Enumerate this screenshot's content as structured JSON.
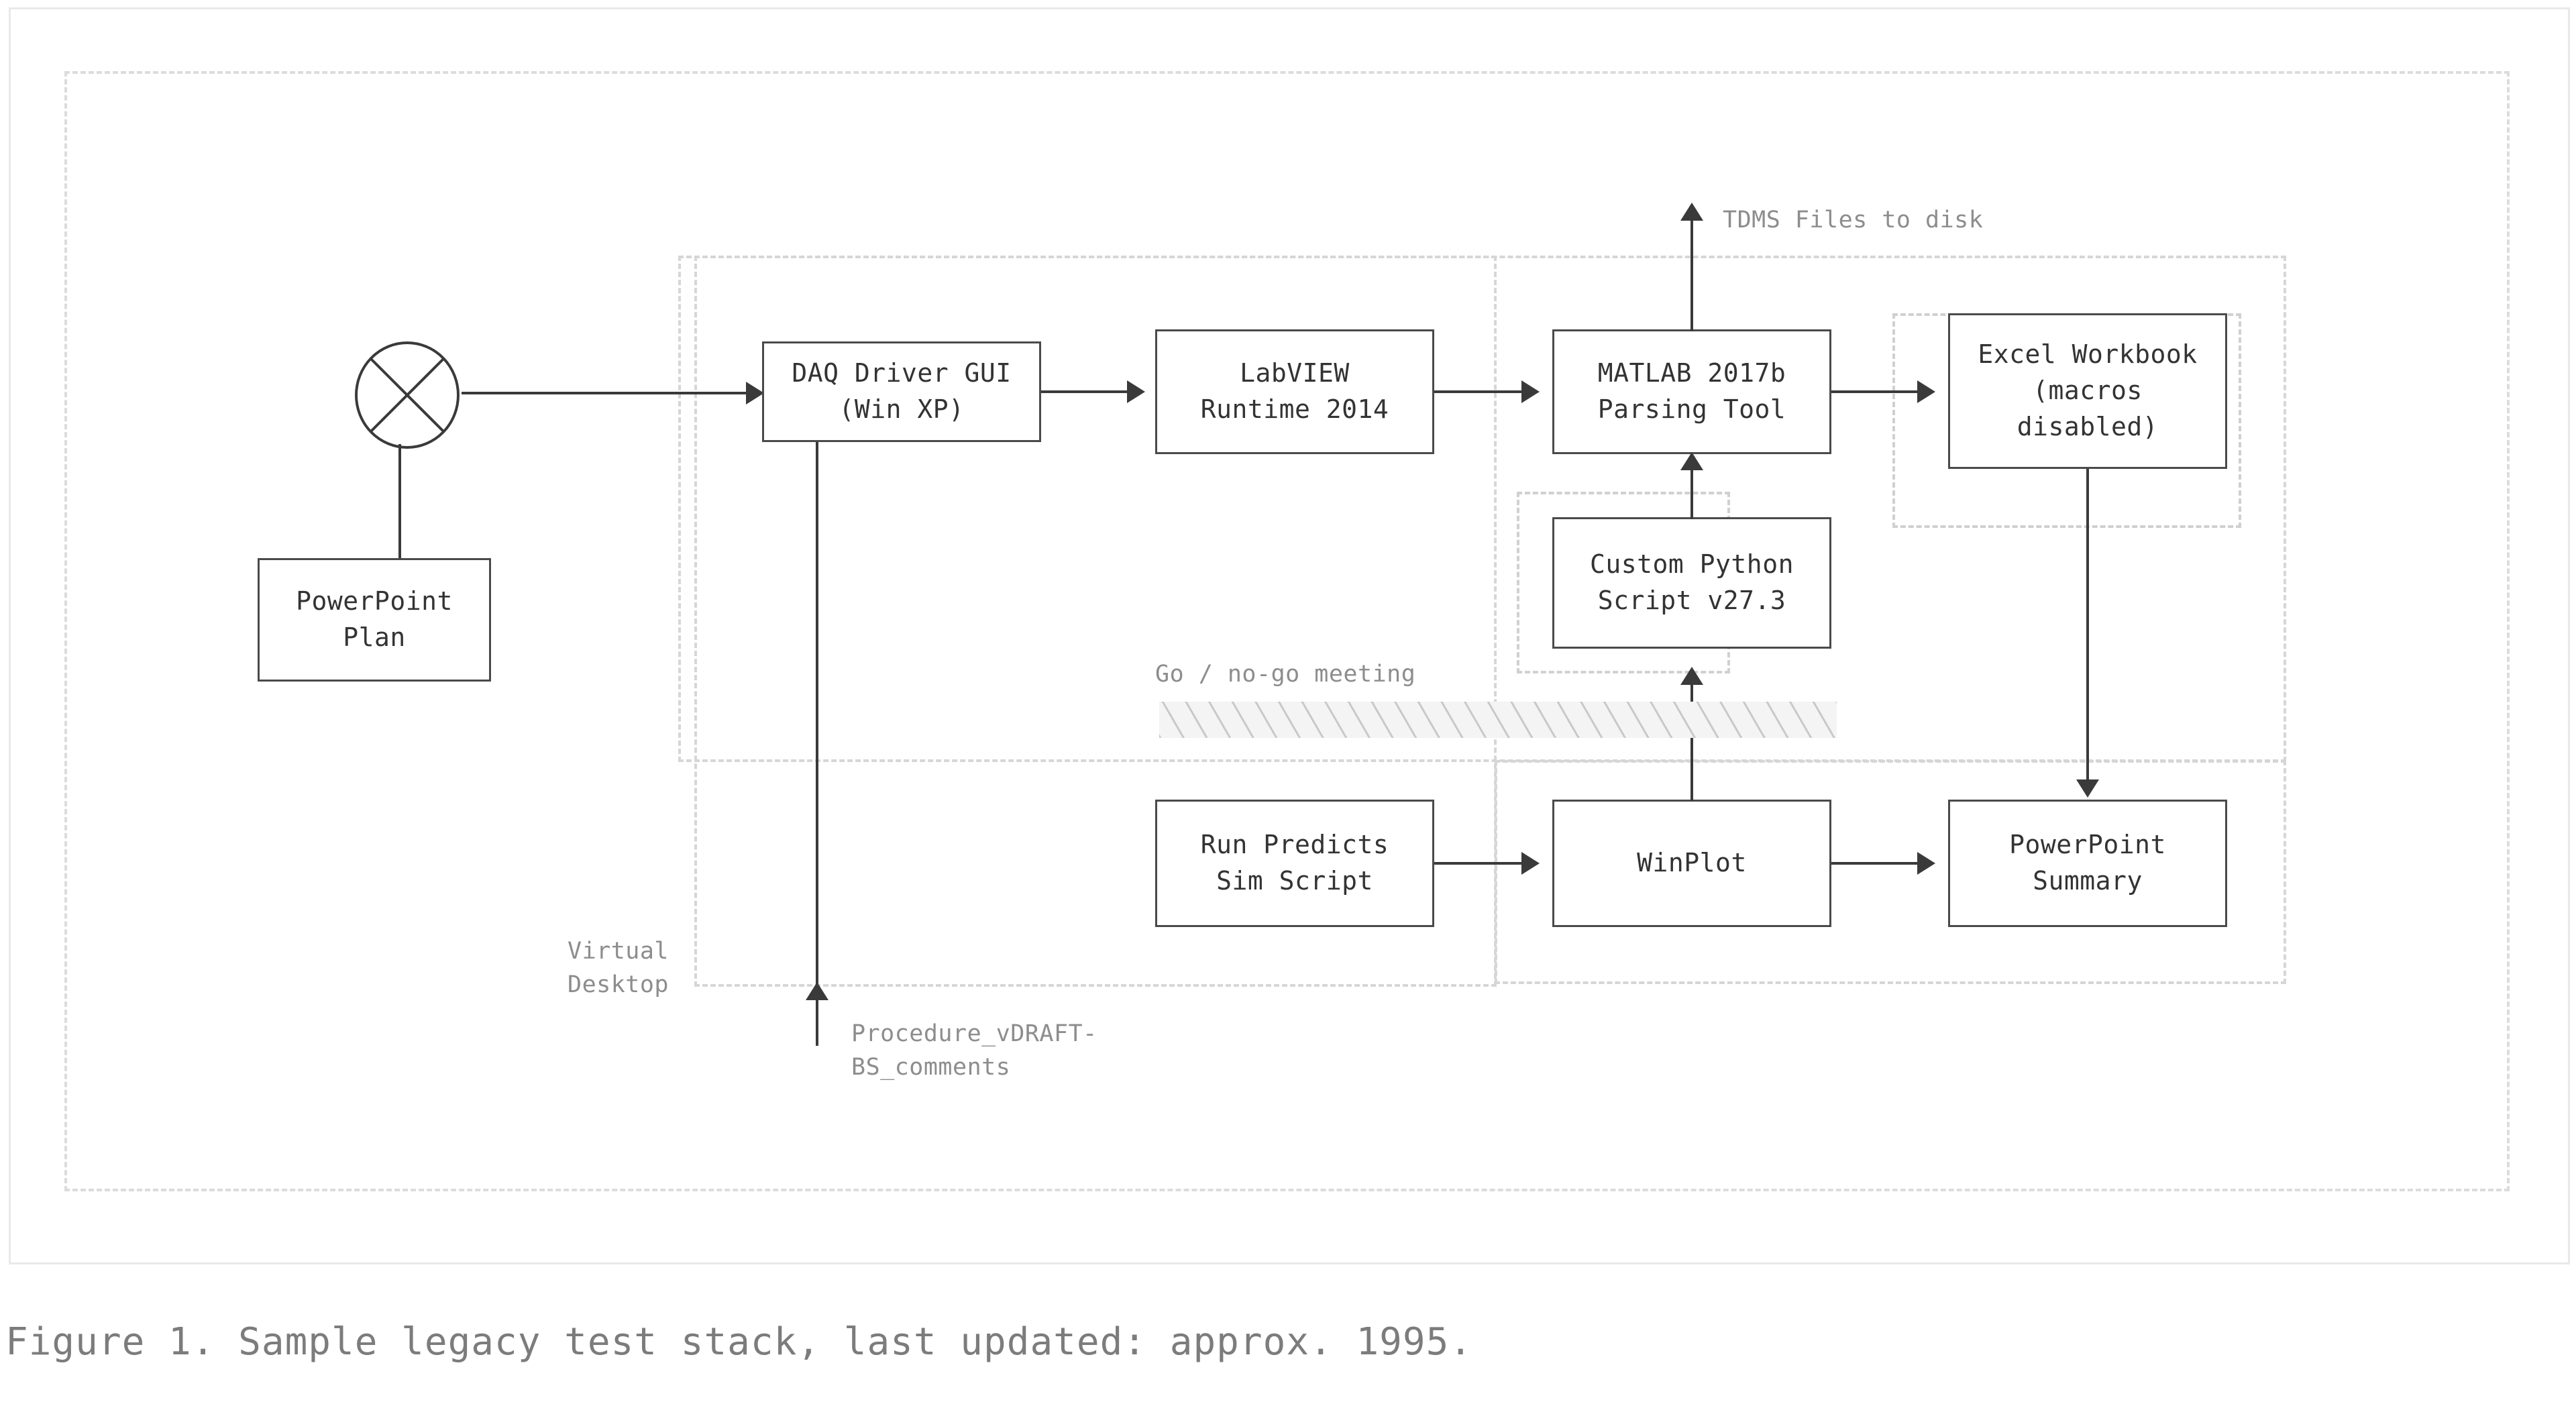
{
  "figure": {
    "caption": "Figure 1. Sample legacy test stack, last updated: approx. 1995."
  },
  "zones": [
    {
      "name": "outer-system-boundary",
      "label": ""
    },
    {
      "name": "virtual-desktop-boundary",
      "label": "Virtual\nDesktop"
    },
    {
      "name": "analysis-boundary",
      "label": ""
    },
    {
      "name": "python-script-boundary",
      "label": ""
    },
    {
      "name": "excel-boundary",
      "label": ""
    },
    {
      "name": "reporting-boundary",
      "label": ""
    }
  ],
  "nodes": {
    "source": {
      "label": "",
      "shape": "crossed-circle"
    },
    "powerpoint_plan": {
      "label": "PowerPoint\nPlan"
    },
    "daq_driver": {
      "label": "DAQ Driver GUI\n(Win XP)"
    },
    "labview": {
      "label": "LabVIEW\nRuntime 2014"
    },
    "matlab": {
      "label": "MATLAB 2017b\nParsing Tool"
    },
    "excel": {
      "label": "Excel Workbook\n(macros\ndisabled)"
    },
    "python": {
      "label": "Custom Python\nScript v27.3"
    },
    "run_predicts": {
      "label": "Run Predicts\nSim Script"
    },
    "winplot": {
      "label": "WinPlot"
    },
    "powerpoint_summary": {
      "label": "PowerPoint\nSummary"
    }
  },
  "annotations": {
    "tdms_output": "TDMS Files to disk",
    "go_no_go": "Go / no-go meeting",
    "virtual_desktop": "Virtual\nDesktop",
    "procedure_doc": "Procedure_vDRAFT-\nBS_comments"
  },
  "colors": {
    "node_border": "#4a4a4a",
    "node_text": "#333333",
    "connector": "#3a3a3a",
    "dashed_zone": "#dcdcdc",
    "annotation_text": "#8d8d8d",
    "caption_text": "#7c7c7c",
    "hatch_fill": "#f4f4f4",
    "hatch_stripe": "#c9c9c9",
    "frame_border": "#e9e9e9",
    "page_background": "#ffffff"
  }
}
